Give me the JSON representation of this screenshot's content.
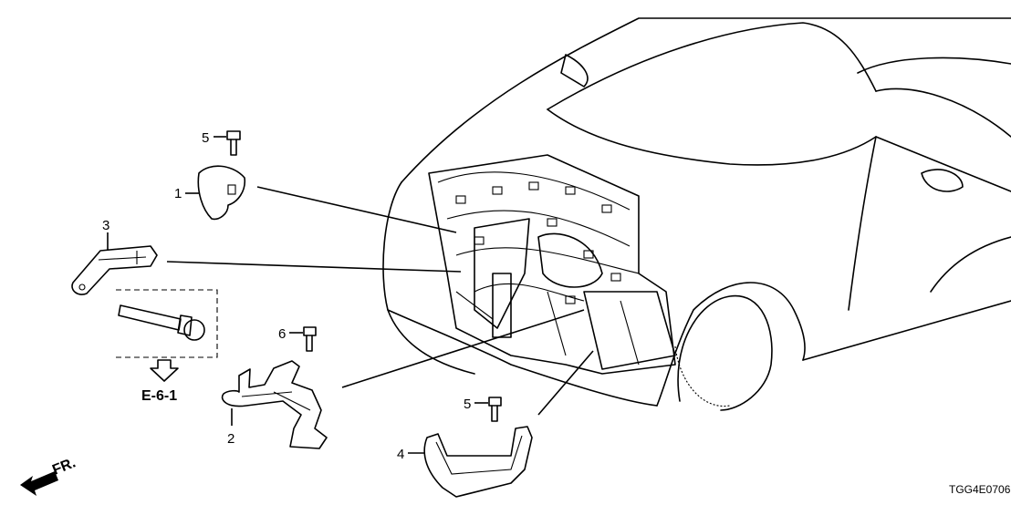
{
  "diagram": {
    "callouts": {
      "bolt_top": "5",
      "part1": "1",
      "part3": "3",
      "bolt6": "6",
      "part2": "2",
      "bolt_bottom": "5",
      "part4": "4"
    },
    "reference": "E-6-1",
    "front_label": "FR.",
    "diagram_code": "TGG4E0706"
  }
}
